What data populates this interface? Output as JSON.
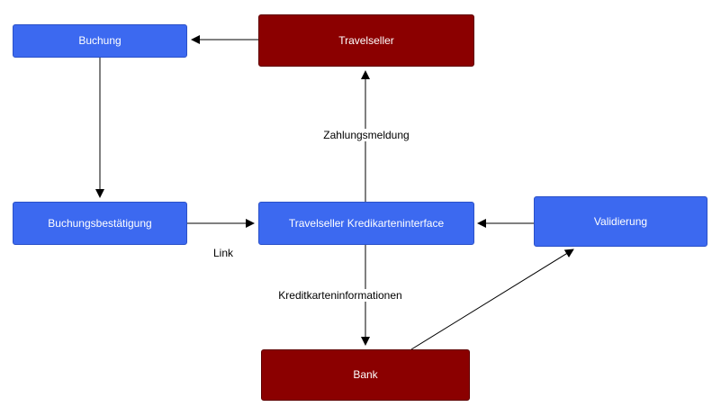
{
  "diagram": {
    "nodes": {
      "buchung": {
        "label": "Buchung",
        "color": "#3c69f0"
      },
      "travelseller": {
        "label": "Travelseller",
        "color": "#8b0000"
      },
      "buchungsbestaetigung": {
        "label": "Buchungsbestätigung",
        "color": "#3c69f0"
      },
      "kreditkarteninterface": {
        "label": "Travelseller Kredikarteninterface",
        "color": "#3c69f0"
      },
      "validierung": {
        "label": "Validierung",
        "color": "#3c69f0"
      },
      "bank": {
        "label": "Bank",
        "color": "#8b0000"
      }
    },
    "edges": {
      "zahlungsmeldung": {
        "label": "Zahlungsmeldung"
      },
      "link": {
        "label": "Link"
      },
      "kreditkarteninformationen": {
        "label": "Kreditkarteninformationen"
      }
    },
    "connections": [
      {
        "from": "Travelseller",
        "to": "Buchung",
        "label": ""
      },
      {
        "from": "Buchung",
        "to": "Buchungsbestätigung",
        "label": ""
      },
      {
        "from": "Buchungsbestätigung",
        "to": "Travelseller Kredikarteninterface",
        "label": "Link"
      },
      {
        "from": "Travelseller Kredikarteninterface",
        "to": "Travelseller",
        "label": "Zahlungsmeldung"
      },
      {
        "from": "Travelseller Kredikarteninterface",
        "to": "Bank",
        "label": "Kreditkarteninformationen"
      },
      {
        "from": "Bank",
        "to": "Validierung",
        "label": ""
      },
      {
        "from": "Validierung",
        "to": "Travelseller Kredikarteninterface",
        "label": ""
      }
    ],
    "colors": {
      "node_primary": "#3c69f0",
      "node_secondary": "#8b0000",
      "arrow": "#000000",
      "background": "#ffffff"
    }
  }
}
